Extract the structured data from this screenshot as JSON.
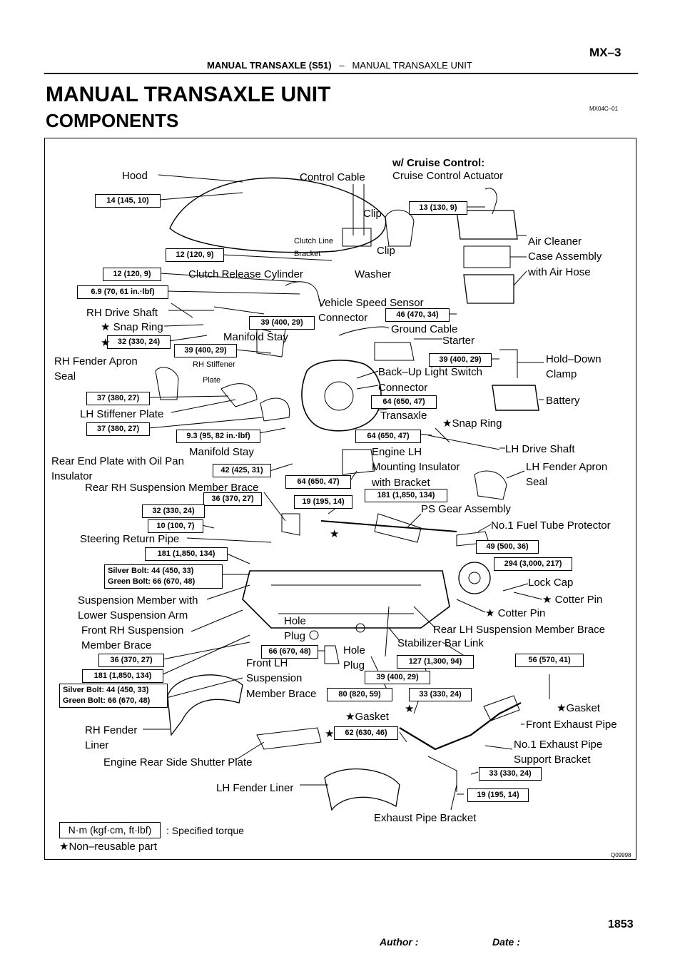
{
  "header": {
    "section": "MANUAL TRANSAXLE (S51)",
    "separator": "–",
    "subsection": "MANUAL TRANSAXLE UNIT",
    "page_code": "MX–3",
    "title": "MANUAL TRANSAXLE UNIT",
    "subtitle": "COMPONENTS",
    "ref_code": "MX04C–01"
  },
  "labels": [
    {
      "id": "hood",
      "text": "Hood"
    },
    {
      "id": "control-cable",
      "text": "Control Cable"
    },
    {
      "id": "w-cruise",
      "text": "w/ Cruise Control:"
    },
    {
      "id": "cruise-actuator",
      "text": "Cruise Control Actuator"
    },
    {
      "id": "clip1",
      "text": "Clip"
    },
    {
      "id": "clutch-line-bracket-1",
      "text": "Clutch Line"
    },
    {
      "id": "clutch-line-bracket-2",
      "text": "Bracket"
    },
    {
      "id": "clip2",
      "text": "Clip"
    },
    {
      "id": "air-cleaner-1",
      "text": "Air Cleaner"
    },
    {
      "id": "air-cleaner-2",
      "text": "Case Assembly"
    },
    {
      "id": "air-cleaner-3",
      "text": "with Air Hose"
    },
    {
      "id": "washer",
      "text": "Washer"
    },
    {
      "id": "clutch-release",
      "text": "Clutch Release Cylinder"
    },
    {
      "id": "vss-1",
      "text": "Vehicle Speed Sensor"
    },
    {
      "id": "vss-2",
      "text": "Connector"
    },
    {
      "id": "rh-drive-shaft",
      "text": "RH Drive Shaft"
    },
    {
      "id": "snap-ring-rh",
      "text": "★ Snap Ring"
    },
    {
      "id": "ground-cable",
      "text": "Ground Cable"
    },
    {
      "id": "manifold-stay-1",
      "text": "Manifold Stay"
    },
    {
      "id": "starter",
      "text": "Starter"
    },
    {
      "id": "rh-fender-apron-1",
      "text": "RH Fender Apron"
    },
    {
      "id": "rh-fender-apron-2",
      "text": "Seal"
    },
    {
      "id": "rh-stiffener-1",
      "text": "RH Stiffener"
    },
    {
      "id": "rh-stiffener-2",
      "text": "Plate"
    },
    {
      "id": "hold-down-1",
      "text": "Hold–Down"
    },
    {
      "id": "hold-down-2",
      "text": "Clamp"
    },
    {
      "id": "backup-1",
      "text": "Back–Up Light Switch"
    },
    {
      "id": "backup-2",
      "text": "Connector"
    },
    {
      "id": "battery",
      "text": "Battery"
    },
    {
      "id": "lh-stiffener",
      "text": "LH Stiffener Plate"
    },
    {
      "id": "transaxle",
      "text": "Transaxle"
    },
    {
      "id": "snap-ring-lh",
      "text": "★Snap Ring"
    },
    {
      "id": "lh-drive-shaft",
      "text": "LH Drive Shaft"
    },
    {
      "id": "manifold-stay-2",
      "text": "Manifold Stay"
    },
    {
      "id": "rear-end-plate-1",
      "text": "Rear End Plate with Oil Pan"
    },
    {
      "id": "rear-end-plate-2",
      "text": "Insulator"
    },
    {
      "id": "engine-lh-1",
      "text": "Engine LH"
    },
    {
      "id": "engine-lh-2",
      "text": "Mounting Insulator"
    },
    {
      "id": "engine-lh-3",
      "text": "with Bracket"
    },
    {
      "id": "lh-fender-apron-1",
      "text": "LH Fender Apron"
    },
    {
      "id": "lh-fender-apron-2",
      "text": "Seal"
    },
    {
      "id": "rear-rh-brace",
      "text": "Rear RH Suspension Member Brace"
    },
    {
      "id": "ps-gear",
      "text": "PS Gear Assembly"
    },
    {
      "id": "fuel-tube",
      "text": "No.1 Fuel Tube Protector"
    },
    {
      "id": "steering-return",
      "text": "Steering Return Pipe"
    },
    {
      "id": "lock-cap",
      "text": "Lock Cap"
    },
    {
      "id": "cotter-pin-1",
      "text": "★ Cotter Pin"
    },
    {
      "id": "susp-member-1",
      "text": "Suspension Member with"
    },
    {
      "id": "susp-member-2",
      "text": "Lower Suspension Arm"
    },
    {
      "id": "cotter-pin-2",
      "text": "★ Cotter Pin"
    },
    {
      "id": "hole-plug-1a",
      "text": "Hole"
    },
    {
      "id": "hole-plug-1b",
      "text": "Plug"
    },
    {
      "id": "front-rh-1",
      "text": "Front RH Suspension"
    },
    {
      "id": "front-rh-2",
      "text": "Member Brace"
    },
    {
      "id": "rear-lh-brace",
      "text": "Rear LH Suspension Member Brace"
    },
    {
      "id": "stabilizer",
      "text": "Stabilizer Bar Link"
    },
    {
      "id": "hole-plug-2a",
      "text": "Hole"
    },
    {
      "id": "hole-plug-2b",
      "text": "Plug"
    },
    {
      "id": "front-lh-1",
      "text": "Front LH"
    },
    {
      "id": "front-lh-2",
      "text": "Suspension"
    },
    {
      "id": "front-lh-3",
      "text": "Member Brace"
    },
    {
      "id": "gasket-1",
      "text": "★Gasket"
    },
    {
      "id": "gasket-2",
      "text": "★Gasket"
    },
    {
      "id": "front-exhaust",
      "text": "Front Exhaust Pipe"
    },
    {
      "id": "rh-fender-liner-1",
      "text": "RH Fender"
    },
    {
      "id": "rh-fender-liner-2",
      "text": "Liner"
    },
    {
      "id": "no1-exhaust-1",
      "text": "No.1 Exhaust Pipe"
    },
    {
      "id": "no1-exhaust-2",
      "text": "Support Bracket"
    },
    {
      "id": "engine-rear-shutter",
      "text": "Engine Rear Side Shutter Plate"
    },
    {
      "id": "lh-fender-liner",
      "text": "LH Fender  Liner"
    },
    {
      "id": "exhaust-bracket",
      "text": "Exhaust Pipe Bracket"
    }
  ],
  "torques": [
    {
      "id": "t1",
      "text": "14 (145, 10)"
    },
    {
      "id": "t2",
      "text": "13 (130, 9)"
    },
    {
      "id": "t3",
      "text": "12 (120, 9)"
    },
    {
      "id": "t4",
      "text": "12 (120, 9)"
    },
    {
      "id": "t5",
      "text": "6.9 (70, 61 in.·lbf)"
    },
    {
      "id": "t6",
      "text": "39 (400, 29)"
    },
    {
      "id": "t7",
      "text": "46 (470, 34)"
    },
    {
      "id": "t8",
      "text": "32 (330, 24)"
    },
    {
      "id": "t9",
      "text": "39 (400, 29)"
    },
    {
      "id": "t10",
      "text": "39 (400, 29)"
    },
    {
      "id": "t11",
      "text": "37 (380, 27)"
    },
    {
      "id": "t12",
      "text": "64 (650, 47)"
    },
    {
      "id": "t13",
      "text": "37 (380, 27)"
    },
    {
      "id": "t14",
      "text": "9.3 (95, 82 in.·lbf)"
    },
    {
      "id": "t15",
      "text": "64 (650, 47)"
    },
    {
      "id": "t16",
      "text": "42 (425, 31)"
    },
    {
      "id": "t17",
      "text": "64 (650, 47)"
    },
    {
      "id": "t18",
      "text": "36 (370, 27)"
    },
    {
      "id": "t19",
      "text": "19 (195, 14)"
    },
    {
      "id": "t20",
      "text": "181 (1,850, 134)"
    },
    {
      "id": "t21",
      "text": "32 (330, 24)"
    },
    {
      "id": "t22",
      "text": "10 (100, 7)"
    },
    {
      "id": "t23",
      "text": "49 (500, 36)"
    },
    {
      "id": "t24",
      "text": "181 (1,850, 134)"
    },
    {
      "id": "t25",
      "text": "294 (3,000, 217)"
    },
    {
      "id": "t26a",
      "text": "Silver Bolt: 44 (450, 33)"
    },
    {
      "id": "t26b",
      "text": "Green Bolt: 66 (670, 48)"
    },
    {
      "id": "t27",
      "text": "66 (670, 48)"
    },
    {
      "id": "t28",
      "text": "36 (370, 27)"
    },
    {
      "id": "t29",
      "text": "127 (1,300, 94)"
    },
    {
      "id": "t30",
      "text": "56 (570, 41)"
    },
    {
      "id": "t31",
      "text": "181 (1,850, 134)"
    },
    {
      "id": "t32",
      "text": "39 (400, 29)"
    },
    {
      "id": "t33a",
      "text": "Silver Bolt: 44 (450, 33)"
    },
    {
      "id": "t33b",
      "text": "Green Bolt: 66 (670, 48)"
    },
    {
      "id": "t34",
      "text": "80 (820, 59)"
    },
    {
      "id": "t35",
      "text": "33 (330, 24)"
    },
    {
      "id": "t36",
      "text": "62 (630, 46)"
    },
    {
      "id": "t37",
      "text": "33 (330, 24)"
    },
    {
      "id": "t38",
      "text": "19 (195, 14)"
    }
  ],
  "stars": [
    "★",
    "★",
    "★",
    "★",
    "★"
  ],
  "legend": {
    "unit": "N·m (kgf·cm, ft·lbf)",
    "unit_desc": ": Specified torque",
    "nonreusable": "★Non–reusable part"
  },
  "figure_code": "Q09998",
  "footer": {
    "author": "Author :",
    "date": "Date :",
    "page": "1853"
  }
}
